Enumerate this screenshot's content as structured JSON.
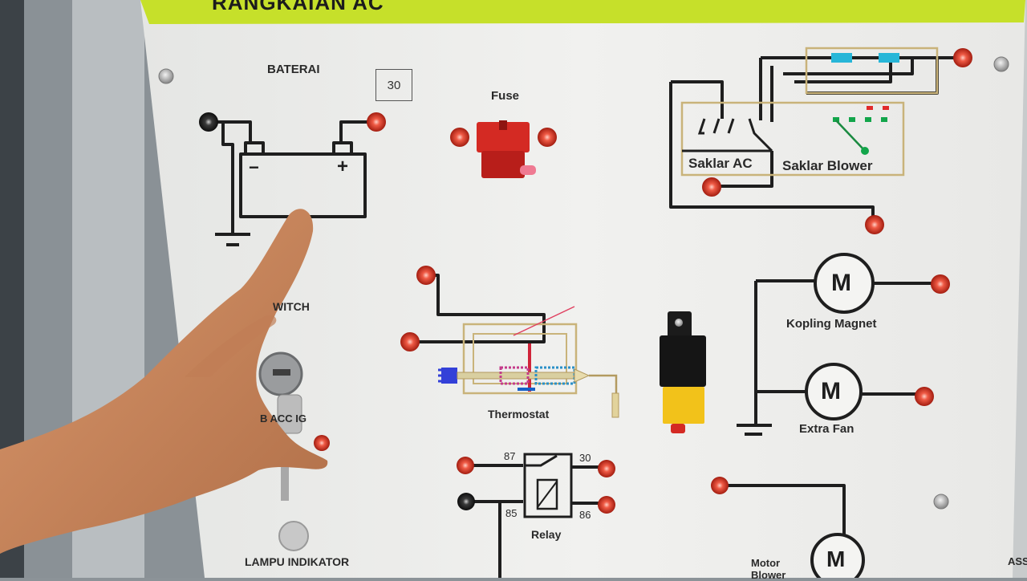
{
  "panel": {
    "header_title": "RANGKAIAN AC",
    "labels": {
      "baterai": "BATERAI",
      "fuse": "Fuse",
      "box_30": "30",
      "saklar_ac": "Saklar AC",
      "saklar_blower": "Saklar Blower",
      "kopling_magnet": "Kopling Magnet",
      "extra_fan": "Extra Fan",
      "thermostat": "Thermostat",
      "switch": "WITCH",
      "key_positions": "B  ACC  IG",
      "relay": "Relay",
      "relay_pin_87": "87",
      "relay_pin_30": "30",
      "relay_pin_85": "85",
      "relay_pin_86": "86",
      "motor_blower_1": "Motor",
      "motor_blower_2": "Blower",
      "lampu_indikator": "LAMPU INDIKATOR",
      "motor_symbol": "M",
      "battery_minus": "−",
      "battery_plus": "+",
      "edge_text": "ASS"
    }
  },
  "colors": {
    "panel": "#eeeeec",
    "header": "#c6e02a",
    "wire": "#1e1e1e",
    "terminal_red": "#e0442f",
    "terminal_black": "#1a1a1a",
    "fuse_red": "#d42a23",
    "relay_yellow": "#f2c21a",
    "blower_blue": "#27b6d8",
    "skin": "#c9865c"
  }
}
